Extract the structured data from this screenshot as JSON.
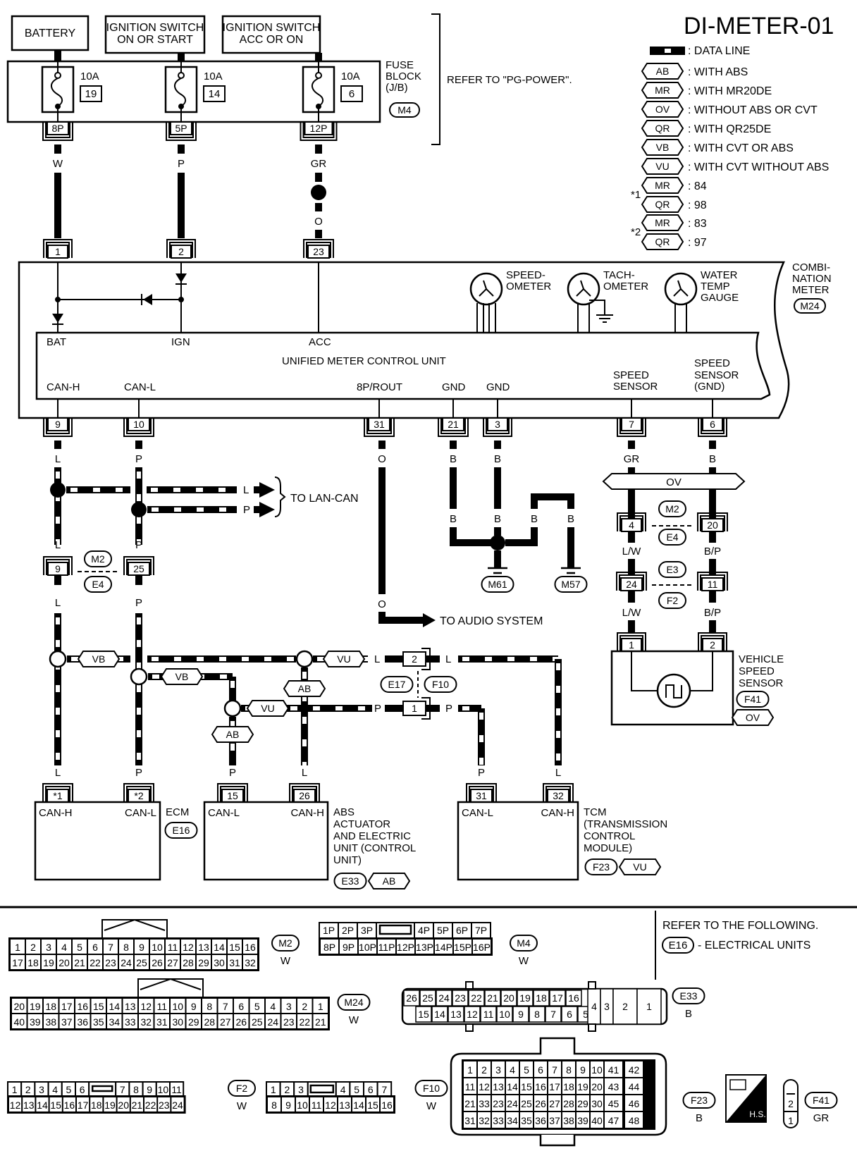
{
  "diagram_id": "DI-METER-01",
  "legend": {
    "data_line": ": DATA LINE",
    "items": [
      {
        "code": "AB",
        "text": ": WITH ABS"
      },
      {
        "code": "MR",
        "text": ": WITH MR20DE"
      },
      {
        "code": "OV",
        "text": ": WITHOUT ABS OR CVT"
      },
      {
        "code": "QR",
        "text": ": WITH QR25DE"
      },
      {
        "code": "VB",
        "text": ": WITH CVT OR ABS"
      },
      {
        "code": "VU",
        "text": ": WITH CVT WITHOUT ABS"
      }
    ],
    "star1": {
      "label": "*1",
      "rows": [
        {
          "code": "MR",
          "text": ": 84"
        },
        {
          "code": "QR",
          "text": ": 98"
        }
      ]
    },
    "star2": {
      "label": "*2",
      "rows": [
        {
          "code": "MR",
          "text": ": 83"
        },
        {
          "code": "QR",
          "text": ": 97"
        }
      ]
    }
  },
  "sources": {
    "battery": "BATTERY",
    "ign_on_start": [
      "IGNITION SWITCH",
      "ON OR START"
    ],
    "ign_acc_on": [
      "IGNITION SWITCH",
      "ACC OR ON"
    ]
  },
  "fuse_block": {
    "label": [
      "FUSE",
      "BLOCK",
      "(J/B)"
    ],
    "connector": "M4",
    "refer": "REFER TO \"PG-POWER\".",
    "fuses": [
      {
        "rating": "10A",
        "number": "19",
        "pin": "8P",
        "wire": "W"
      },
      {
        "rating": "10A",
        "number": "14",
        "pin": "5P",
        "wire": "P"
      },
      {
        "rating": "10A",
        "number": "6",
        "pin": "12P",
        "wire_top": "GR",
        "wire_bottom": "O"
      }
    ]
  },
  "meter": {
    "label": [
      "COMBI-",
      "NATION",
      "METER"
    ],
    "connector": "M24",
    "input_pins": [
      "1",
      "2",
      "23"
    ],
    "gauges": [
      {
        "label": [
          "SPEED-",
          "OMETER"
        ]
      },
      {
        "label": [
          "TACH-",
          "OMETER"
        ]
      },
      {
        "label": [
          "WATER",
          "TEMP",
          "GAUGE"
        ]
      }
    ],
    "unit_label": "UNIFIED METER CONTROL UNIT",
    "top_terminals": [
      "BAT",
      "IGN",
      "ACC"
    ],
    "bottom_terminals": [
      "CAN-H",
      "CAN-L",
      "8P/ROUT",
      "GND",
      "GND",
      "SPEED SENSOR",
      "SPEED SENSOR (GND)"
    ],
    "speed_sensor": [
      "SPEED",
      "SENSOR"
    ],
    "speed_sensor_gnd": [
      "SPEED",
      "SENSOR",
      "(GND)"
    ],
    "output_pins": [
      "9",
      "10",
      "31",
      "21",
      "3",
      "7",
      "6"
    ]
  },
  "wires": {
    "can_h": "L",
    "can_l": "P",
    "audio": "O",
    "gnd": "B",
    "speed": "GR",
    "speed_gnd": "B",
    "lw": "L/W",
    "bp": "B/P"
  },
  "lan_can": "TO LAN-CAN",
  "audio": "TO AUDIO SYSTEM",
  "grounds": [
    "M61",
    "M57"
  ],
  "joints": {
    "m2e4_left": {
      "pins": [
        "9",
        "25"
      ],
      "top": "M2",
      "bottom": "E4"
    },
    "m2e4_right": {
      "pins": [
        "4",
        "20"
      ],
      "top": "M2",
      "bottom": "E4"
    },
    "e3f2": {
      "pins": [
        "24",
        "11"
      ],
      "top": "E3",
      "bottom": "F2"
    },
    "e17f10": {
      "pins": [
        "2",
        "1"
      ],
      "left": "E17",
      "right": "F10"
    }
  },
  "ov_band": "OV",
  "tags": {
    "vb": "VB",
    "vu": "VU",
    "ab": "AB"
  },
  "vss": {
    "label": [
      "VEHICLE",
      "SPEED",
      "SENSOR"
    ],
    "connector": "F41",
    "option": "OV",
    "pins": [
      "1",
      "2"
    ]
  },
  "ecm": {
    "label": "ECM",
    "connector": "E16",
    "pins": [
      "*1",
      "*2"
    ],
    "terms": [
      "CAN-H",
      "CAN-L"
    ]
  },
  "abs": {
    "label": [
      "ABS",
      "ACTUATOR",
      "AND ELECTRIC",
      "UNIT (CONTROL",
      "UNIT)"
    ],
    "connector": "E33",
    "option": "AB",
    "pins": [
      "15",
      "26"
    ],
    "terms": [
      "CAN-L",
      "CAN-H"
    ]
  },
  "tcm": {
    "label": [
      "TCM",
      "(TRANSMISSION",
      "CONTROL",
      "MODULE)"
    ],
    "connector": "F23",
    "option": "VU",
    "pins": [
      "31",
      "32"
    ],
    "terms": [
      "CAN-L",
      "CAN-H"
    ]
  },
  "refer_following": {
    "line1": "REFER TO THE FOLLOWING.",
    "code": "E16",
    "line2": "- ELECTRICAL UNITS"
  },
  "connectors": {
    "M2": {
      "color": "W",
      "rows": [
        [
          "1",
          "2",
          "3",
          "4",
          "5",
          "6",
          "7",
          "8",
          "9",
          "10",
          "11",
          "12",
          "13",
          "14",
          "15",
          "16"
        ],
        [
          "17",
          "18",
          "19",
          "20",
          "21",
          "22",
          "23",
          "24",
          "25",
          "26",
          "27",
          "28",
          "29",
          "30",
          "31",
          "32"
        ]
      ]
    },
    "M4": {
      "color": "W",
      "rows": [
        [
          "1P",
          "2P",
          "3P",
          "",
          "4P",
          "5P",
          "6P",
          "7P"
        ],
        [
          "8P",
          "9P",
          "10P",
          "11P",
          "12P",
          "13P",
          "14P",
          "15P",
          "16P"
        ]
      ]
    },
    "M24": {
      "color": "W",
      "rows": [
        [
          "20",
          "19",
          "18",
          "17",
          "16",
          "15",
          "14",
          "13",
          "12",
          "11",
          "10",
          "9",
          "8",
          "7",
          "6",
          "5",
          "4",
          "3",
          "2",
          "1"
        ],
        [
          "40",
          "39",
          "38",
          "37",
          "36",
          "35",
          "34",
          "33",
          "32",
          "31",
          "30",
          "29",
          "28",
          "27",
          "26",
          "25",
          "24",
          "23",
          "22",
          "21"
        ]
      ]
    },
    "E33": {
      "color": "B",
      "rows": [
        [
          "26",
          "25",
          "24",
          "23",
          "22",
          "21",
          "20",
          "19",
          "18",
          "17",
          "16"
        ],
        [
          "15",
          "14",
          "13",
          "12",
          "11",
          "10",
          "9",
          "8",
          "7",
          "6",
          "5"
        ]
      ],
      "big": [
        "4",
        "3",
        "2",
        "1"
      ]
    },
    "F2": {
      "color": "W",
      "rows": [
        [
          "1",
          "2",
          "3",
          "4",
          "5",
          "6",
          "",
          "7",
          "8",
          "9",
          "10",
          "11"
        ],
        [
          "12",
          "13",
          "14",
          "15",
          "16",
          "17",
          "18",
          "19",
          "20",
          "21",
          "22",
          "23",
          "24"
        ]
      ]
    },
    "F10": {
      "color": "W",
      "rows": [
        [
          "1",
          "2",
          "3",
          "",
          "4",
          "5",
          "6",
          "7"
        ],
        [
          "8",
          "9",
          "10",
          "11",
          "12",
          "13",
          "14",
          "15",
          "16"
        ]
      ]
    },
    "F23": {
      "color": "B",
      "rows": [
        [
          "1",
          "2",
          "3",
          "4",
          "5",
          "6",
          "7",
          "8",
          "9",
          "10",
          "41",
          "42"
        ],
        [
          "11",
          "12",
          "13",
          "14",
          "15",
          "16",
          "17",
          "18",
          "19",
          "20",
          "43",
          "44"
        ],
        [
          "21",
          "33",
          "23",
          "24",
          "25",
          "26",
          "27",
          "28",
          "29",
          "30",
          "45",
          "46"
        ],
        [
          "31",
          "32",
          "33",
          "34",
          "35",
          "36",
          "37",
          "38",
          "39",
          "40",
          "47",
          "48"
        ]
      ]
    },
    "F41": {
      "color": "GR",
      "rows": [
        [
          "2"
        ],
        [
          "1"
        ]
      ]
    },
    "hs_label": "H.S."
  }
}
